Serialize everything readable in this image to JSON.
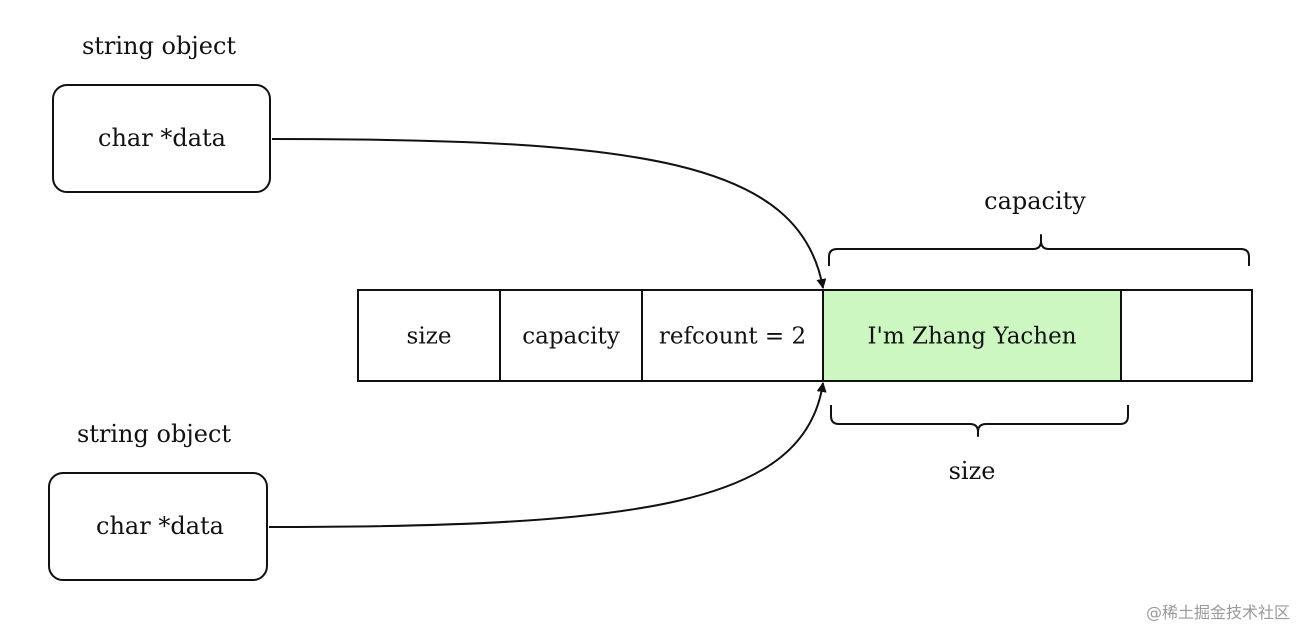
{
  "objects": [
    {
      "title": "string object",
      "field": "char *data"
    },
    {
      "title": "string object",
      "field": "char *data"
    }
  ],
  "buffer": {
    "cells": [
      {
        "label": "size",
        "highlighted": false
      },
      {
        "label": "capacity",
        "highlighted": false
      },
      {
        "label": "refcount = 2",
        "highlighted": false
      },
      {
        "label": "I'm Zhang Yachen",
        "highlighted": true
      },
      {
        "label": "",
        "highlighted": false
      }
    ],
    "highlight_color": "#ccf7c0"
  },
  "braces": {
    "capacity": "capacity",
    "size": "size"
  },
  "watermark": "@稀土掘金技术社区"
}
